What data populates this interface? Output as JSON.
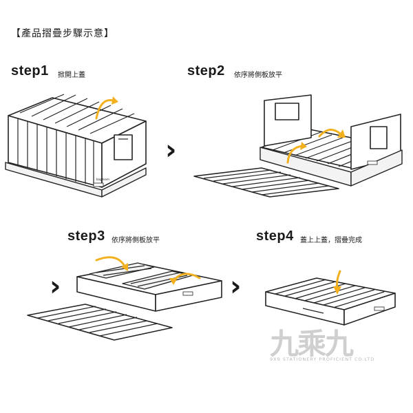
{
  "header": {
    "title": "【產品摺疊步驟示意】"
  },
  "steps": [
    {
      "label": "step1",
      "desc": "掀開上蓋"
    },
    {
      "label": "step2",
      "desc": "依序將側板放平"
    },
    {
      "label": "step3",
      "desc": "依序將側板放平"
    },
    {
      "label": "step4",
      "desc": "蓋上上蓋，摺疊完成"
    }
  ],
  "next_symbol": "›",
  "brand_on_box": "bagdoom",
  "watermark": {
    "chinese": "九乘九",
    "english": "9X9 STATIONERY PROFICIENT CO.LTD"
  },
  "colors": {
    "accent_arrow": "#f2b01e",
    "outline": "#222222"
  }
}
